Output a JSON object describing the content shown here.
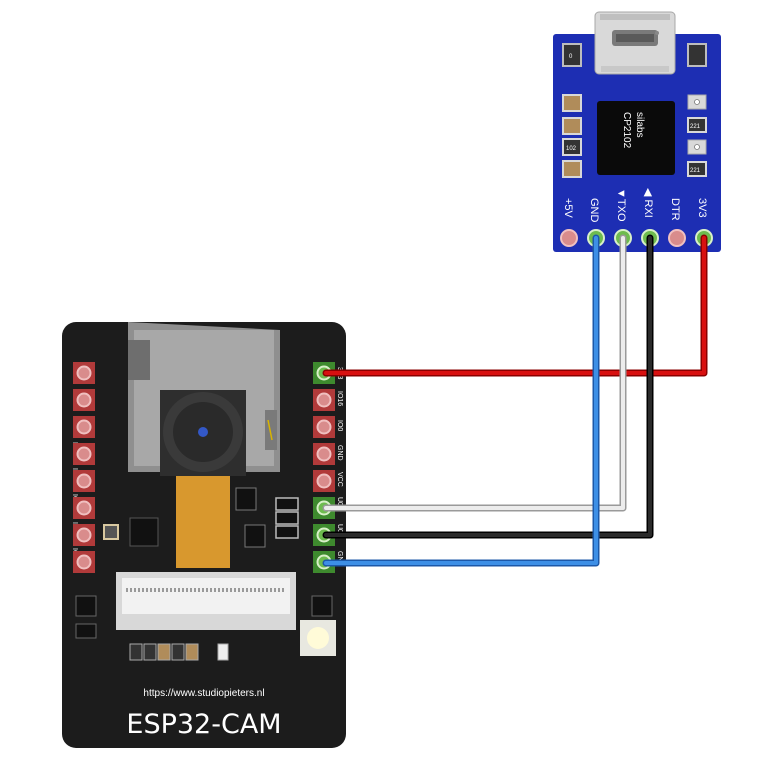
{
  "cp2102": {
    "chip_brand": "silabs",
    "chip_model": "CP2102",
    "pins": [
      "+5V",
      "GND",
      "▼TXO",
      "◀ RXI",
      "DTR",
      "3V3"
    ],
    "smd": {
      "top_left": "0",
      "r1": "221",
      "r2": "221",
      "cap": "102"
    }
  },
  "esp32": {
    "title": "ESP32-CAM",
    "url": "https://www.studiopieters.nl",
    "left_pins": [
      "5V",
      "GND",
      "IO12",
      "IO13",
      "IO15",
      "IO14",
      "IO2",
      "IO4"
    ],
    "right_pins": [
      "3V3",
      "IO16",
      "IO0",
      "GND",
      "VCC",
      "U0R",
      "U0T",
      "GND"
    ]
  },
  "wires": {
    "power": {
      "color": "#c40000"
    },
    "txo": {
      "color": "#d8d8d8"
    },
    "rxi": {
      "color": "#1a1a1a"
    },
    "ground": {
      "color": "#2f7fd6"
    }
  }
}
